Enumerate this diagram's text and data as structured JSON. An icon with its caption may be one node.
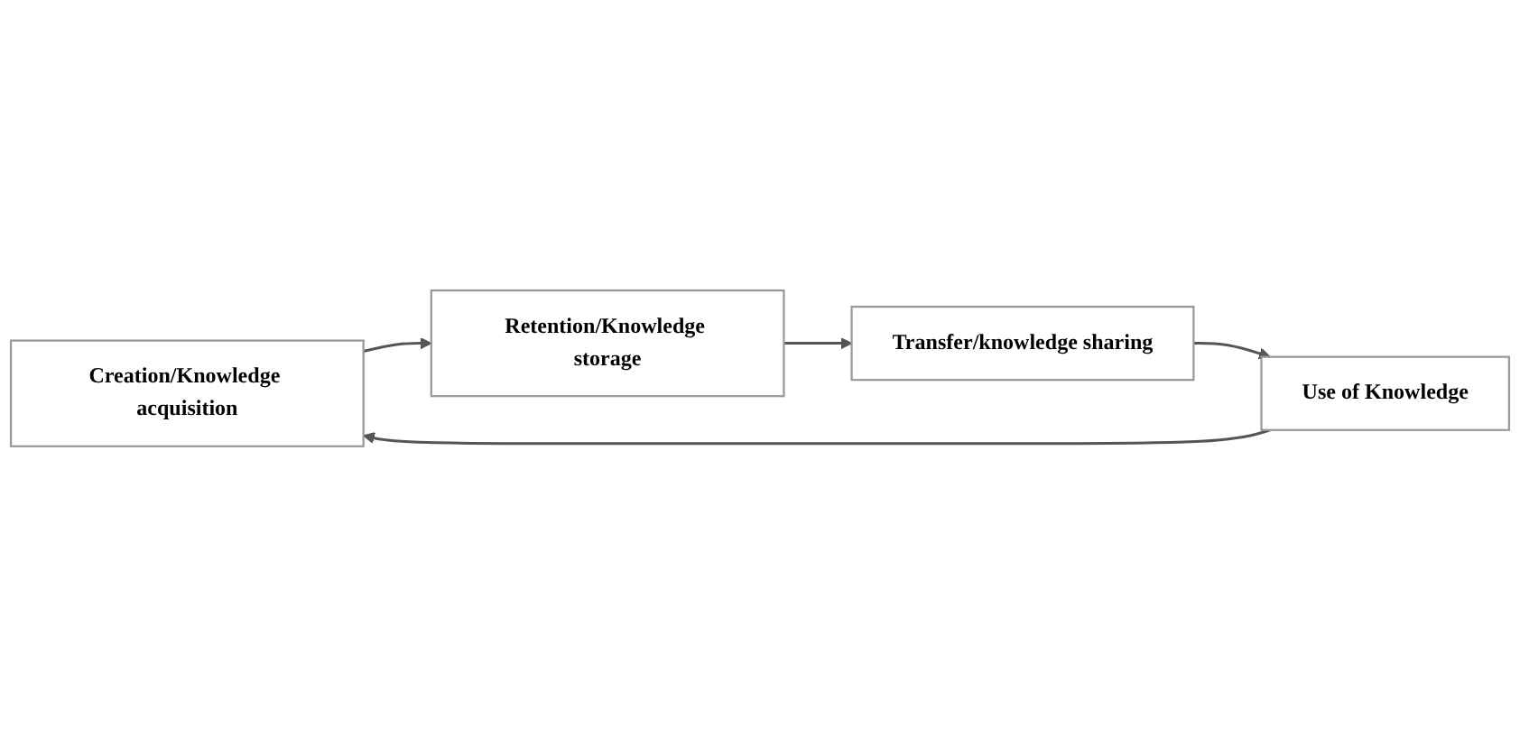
{
  "diagram": {
    "nodes": [
      {
        "text": [
          "Creation/Knowledge acquisition"
        ]
      },
      {
        "text": [
          "Retention/Knowledge storage"
        ]
      },
      {
        "text": [
          "Transfer/knowledge sharing"
        ]
      },
      {
        "text": [
          "Use of Knowledge"
        ]
      }
    ],
    "edges": [
      {
        "from": 0,
        "to": 1,
        "arrow": "to"
      },
      {
        "from": 1,
        "to": 2,
        "arrow": "to"
      },
      {
        "from": 2,
        "to": 3,
        "arrow": "to"
      },
      {
        "from": 3,
        "to": 0,
        "arrow": "to"
      }
    ]
  }
}
